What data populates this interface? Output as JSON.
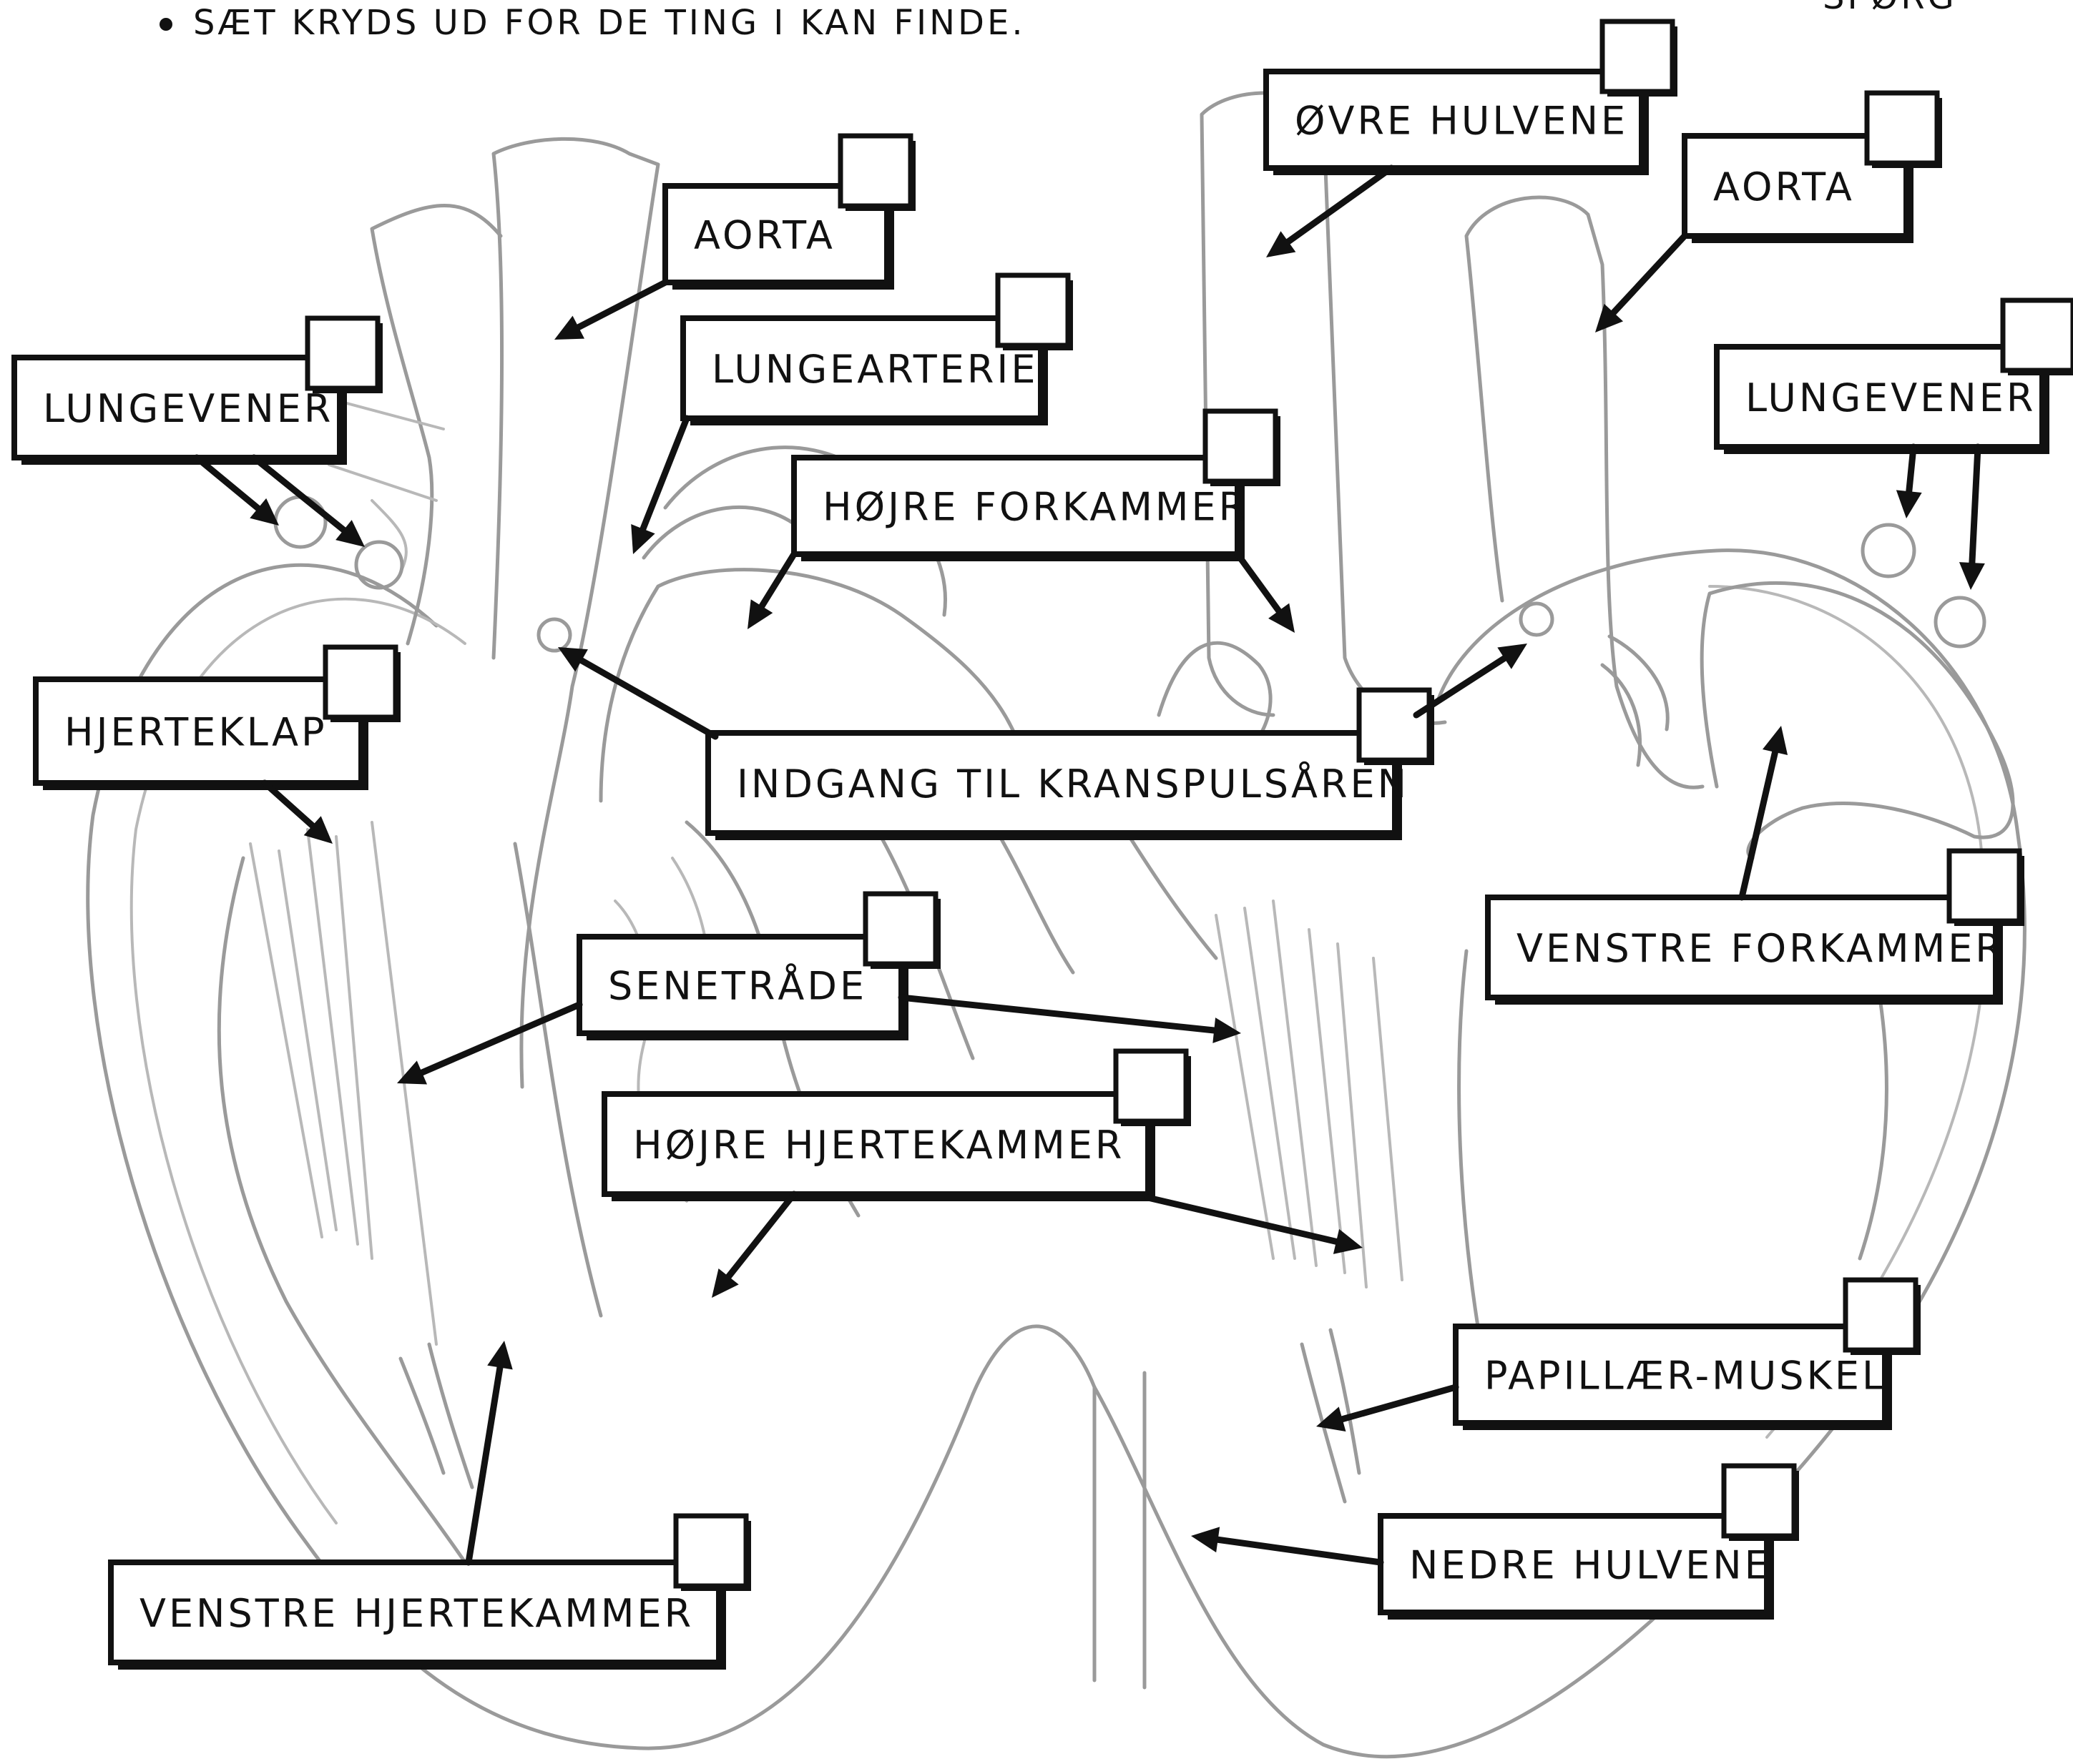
{
  "worksheet": {
    "instruction": "SÆT KRYDS UD FOR DE TING I KAN FINDE.",
    "corner_text": "SPØRG",
    "colors": {
      "ink": "#111111",
      "diagram_lines": "#9a9a9a",
      "background": "#ffffff"
    },
    "labels": [
      {
        "id": "aorta-left",
        "text": "AORTA"
      },
      {
        "id": "lungevener-left",
        "text": "LUNGEVENER"
      },
      {
        "id": "lungearterie",
        "text": "LUNGEARTERIE"
      },
      {
        "id": "hoejre-forkammer",
        "text": "HØJRE FORKAMMER"
      },
      {
        "id": "hjerteklap",
        "text": "HJERTEKLAP"
      },
      {
        "id": "oevre-hulvene",
        "text": "ØVRE HULVENE"
      },
      {
        "id": "aorta-right",
        "text": "AORTA"
      },
      {
        "id": "lungevener-right",
        "text": "LUNGEVENER"
      },
      {
        "id": "indgang-kranspulsaaren",
        "text": "INDGANG TIL KRANSPULSÅREN"
      },
      {
        "id": "senetraade",
        "text": "SENETRÅDE"
      },
      {
        "id": "venstre-forkammer",
        "text": "VENSTRE FORKAMMER"
      },
      {
        "id": "hoejre-hjertekammer",
        "text": "HØJRE HJERTEKAMMER"
      },
      {
        "id": "papillaer-muskel",
        "text": "PAPILLÆR-MUSKEL"
      },
      {
        "id": "venstre-hjertekammer",
        "text": "VENSTRE HJERTEKAMMER"
      },
      {
        "id": "nedre-hulvene",
        "text": "NEDRE HULVENE"
      }
    ]
  }
}
